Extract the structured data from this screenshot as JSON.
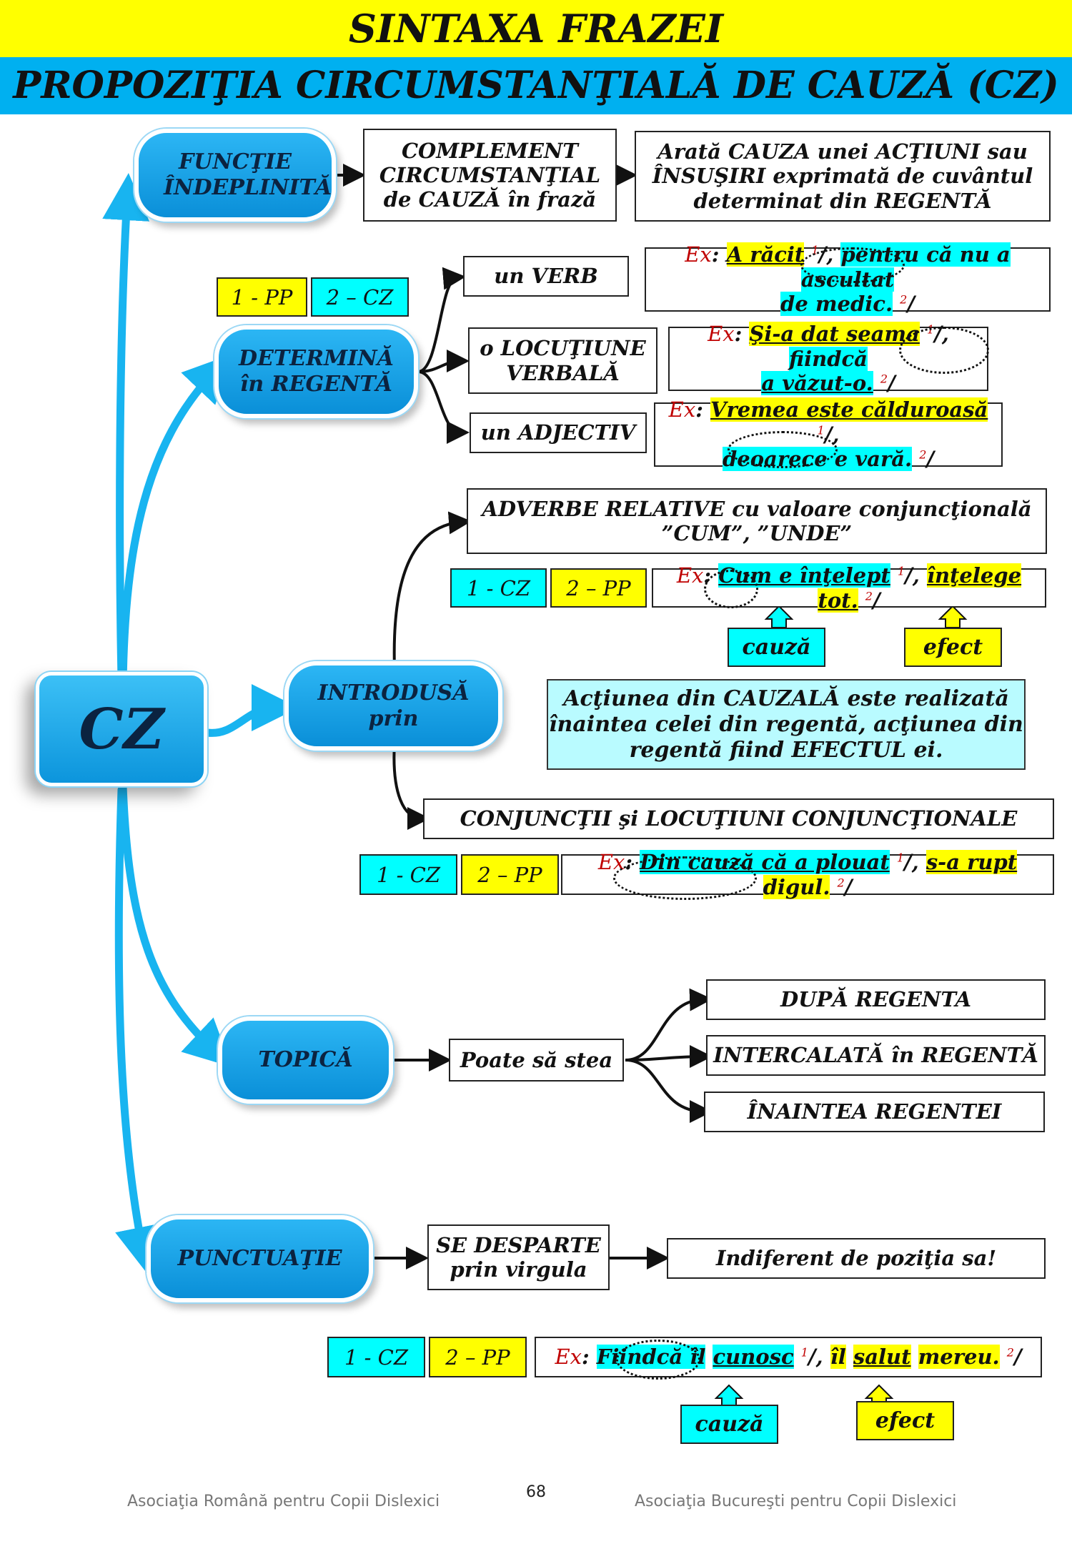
{
  "header": {
    "title": "SINTAXA FRAZEI",
    "subtitle": "PROPOZIŢIA CIRCUMSTANŢIALĂ DE CAUZĂ (CZ)"
  },
  "center": {
    "label": "CZ"
  },
  "functie": {
    "pill": "FUNCŢIE ÎNDEPLINITĂ",
    "box1_l1": "COMPLEMENT",
    "box1_l2": "CIRCUMSTANŢIAL",
    "box1_l3": "de CAUZĂ în frază",
    "box2_l1": "Arată CAUZA unei ACŢIUNI sau",
    "box2_l2": "ÎNSUŞIRI exprimată de cuvântul",
    "box2_l3": "determinat din REGENTĂ"
  },
  "determina": {
    "pill_l1": "DETERMINĂ",
    "pill_l2": "în REGENTĂ",
    "tag1": "1 - PP",
    "tag2": "2 – CZ",
    "opt1": "un VERB",
    "opt2_l1": "o LOCUŢIUNE",
    "opt2_l2": "VERBALĂ",
    "opt3": "un ADJECTIV",
    "ex1": {
      "ex": "Ex",
      "a": "A răcit",
      "s1": "1",
      "sep": "/,",
      "b": "pentru că nu a ascultat",
      "c": "de medic.",
      "s2": "2",
      "end": "/"
    },
    "ex2": {
      "ex": "Ex",
      "a": "Şi-a dat seama",
      "s1": "1",
      "sep": "/,",
      "b": "fiindcă",
      "c": "a văzut-o.",
      "s2": "2",
      "end": "/"
    },
    "ex3": {
      "ex": "Ex",
      "a": "Vremea este călduroasă",
      "s1": "1",
      "sep": "/,",
      "b": "deoarece e vară.",
      "s2": "2",
      "end": "/"
    }
  },
  "introdusa": {
    "pill_l1": "INTRODUSĂ",
    "pill_l2": "prin",
    "adv_l1": "ADVERBE RELATIVE cu valoare conjuncţională",
    "adv_l2": "”CUM”, ”UNDE”",
    "tag1": "1 - CZ",
    "tag2": "2 – PP",
    "ex_adv": {
      "ex": "Ex",
      "a": "Cum e înţelept",
      "s1": "1",
      "sep": "/,",
      "b": "înţelege tot.",
      "s2": "2",
      "end": "/"
    },
    "cauza": "cauză",
    "efect": "efect",
    "info_l1": "Acţiunea din CAUZALĂ este realizată",
    "info_l2": "înaintea celei din regentă, acţiunea din",
    "info_l3": "regentă fiind EFECTUL ei.",
    "conj": "CONJUNCŢII şi LOCUŢIUNI CONJUNCŢIONALE",
    "ex_conj": {
      "ex": "Ex",
      "a": "Din cauză că a plouat",
      "s1": "1",
      "sep": "/,",
      "b": "s-a rupt",
      "c": "digul.",
      "s2": "2",
      "end": "/"
    }
  },
  "topica": {
    "pill": "TOPICĂ",
    "box": "Poate să stea",
    "opt1": "DUPĂ REGENTA",
    "opt2": "INTERCALATĂ în REGENTĂ",
    "opt3": "ÎNAINTEA REGENTEI"
  },
  "punctuatie": {
    "pill": "PUNCTUAŢIE",
    "box_l1": "SE DESPARTE",
    "box_l2": "prin virgula",
    "result": "Indiferent de poziţia sa!",
    "tag1": "1 - CZ",
    "tag2": "2 – PP",
    "ex": {
      "ex": "Ex",
      "a": "Fiindcă îl",
      "b": "cunosc",
      "s1": "1",
      "sep": "/,",
      "c": "îl",
      "d": "salut",
      "e": "mereu.",
      "s2": "2",
      "end": "/"
    },
    "cauza": "cauză",
    "efect": "efect"
  },
  "footer": {
    "left": "Asociaţia Română pentru Copii Dislexici",
    "page": "68",
    "right": "Asociaţia Bucureşti pentru Copii Dislexici"
  },
  "colors": {
    "yellow": "#ffff00",
    "blue": "#00b0f0",
    "cyan": "#00ffff",
    "pill": "#0a8fd8",
    "arrow": "#18b4f0",
    "light": "#b9fbff"
  }
}
